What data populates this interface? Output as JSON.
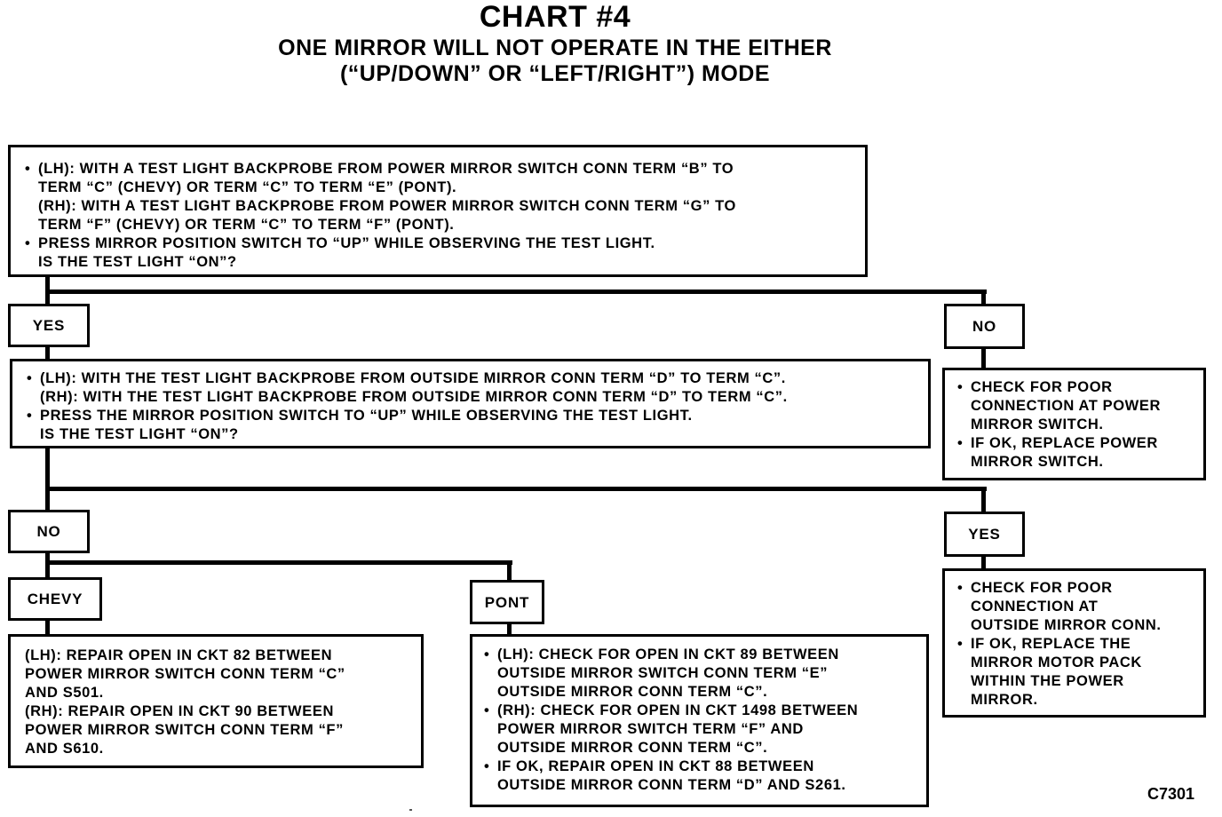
{
  "title": "CHART #4",
  "subtitle_line1": "ONE MIRROR WILL NOT OPERATE IN THE EITHER",
  "subtitle_line2": "(“UP/DOWN” OR “LEFT/RIGHT”) MODE",
  "diagram_code": "C7301",
  "step1": {
    "line1": "(LH): WITH A TEST LIGHT BACKPROBE FROM POWER MIRROR SWITCH CONN TERM “B” TO",
    "line2": "TERM “C” (CHEVY) OR TERM “C” TO TERM “E” (PONT).",
    "line3": "(RH): WITH A TEST LIGHT BACKPROBE FROM POWER MIRROR SWITCH CONN TERM “G” TO",
    "line4": "TERM “F” (CHEVY) OR TERM “C” TO TERM “F” (PONT).",
    "line5": "PRESS MIRROR POSITION SWITCH TO “UP” WHILE OBSERVING THE TEST LIGHT.",
    "line6": "IS THE TEST LIGHT “ON”?"
  },
  "step1_yes": "YES",
  "step1_no": "NO",
  "step1_no_action": {
    "line1": "CHECK FOR POOR",
    "line2": "CONNECTION AT POWER",
    "line3": "MIRROR SWITCH.",
    "line4": "IF OK, REPLACE POWER",
    "line5": "MIRROR SWITCH."
  },
  "step2": {
    "line1": "(LH): WITH THE TEST LIGHT BACKPROBE FROM OUTSIDE MIRROR CONN TERM “D” TO TERM “C”.",
    "line2": "(RH): WITH THE TEST LIGHT BACKPROBE FROM OUTSIDE MIRROR CONN TERM “D” TO TERM “C”.",
    "line3": "PRESS  THE MIRROR POSITION SWITCH TO “UP” WHILE OBSERVING THE TEST LIGHT.",
    "line4": "IS THE TEST LIGHT “ON”?"
  },
  "step2_no": "NO",
  "step2_yes": "YES",
  "step2_yes_action": {
    "line1": "CHECK FOR POOR",
    "line2": "CONNECTION AT",
    "line3": "OUTSIDE MIRROR CONN.",
    "line4": "IF OK, REPLACE THE",
    "line5": "MIRROR MOTOR PACK",
    "line6": "WITHIN THE POWER",
    "line7": "MIRROR."
  },
  "chevy_label": "CHEVY",
  "pont_label": "PONT",
  "chevy_action": {
    "line1": "(LH): REPAIR OPEN IN CKT 82 BETWEEN",
    "line2": "POWER MIRROR SWITCH CONN TERM “C”",
    "line3": "AND S501.",
    "line4": "(RH): REPAIR OPEN IN CKT 90 BETWEEN",
    "line5": "POWER MIRROR SWITCH CONN TERM “F”",
    "line6": "AND S610."
  },
  "pont_action": {
    "line1": "(LH): CHECK FOR OPEN IN CKT 89 BETWEEN",
    "line2": "OUTSIDE MIRROR SWITCH CONN TERM “E”",
    "line3": "OUTSIDE MIRROR CONN TERM “C”.",
    "line4": "(RH): CHECK FOR OPEN IN CKT 1498 BETWEEN",
    "line5": "POWER MIRROR SWITCH TERM “F” AND",
    "line6": "OUTSIDE MIRROR CONN TERM “C”.",
    "line7": "IF OK, REPAIR OPEN IN CKT 88 BETWEEN",
    "line8": "OUTSIDE MIRROR CONN TERM “D” AND S261."
  }
}
